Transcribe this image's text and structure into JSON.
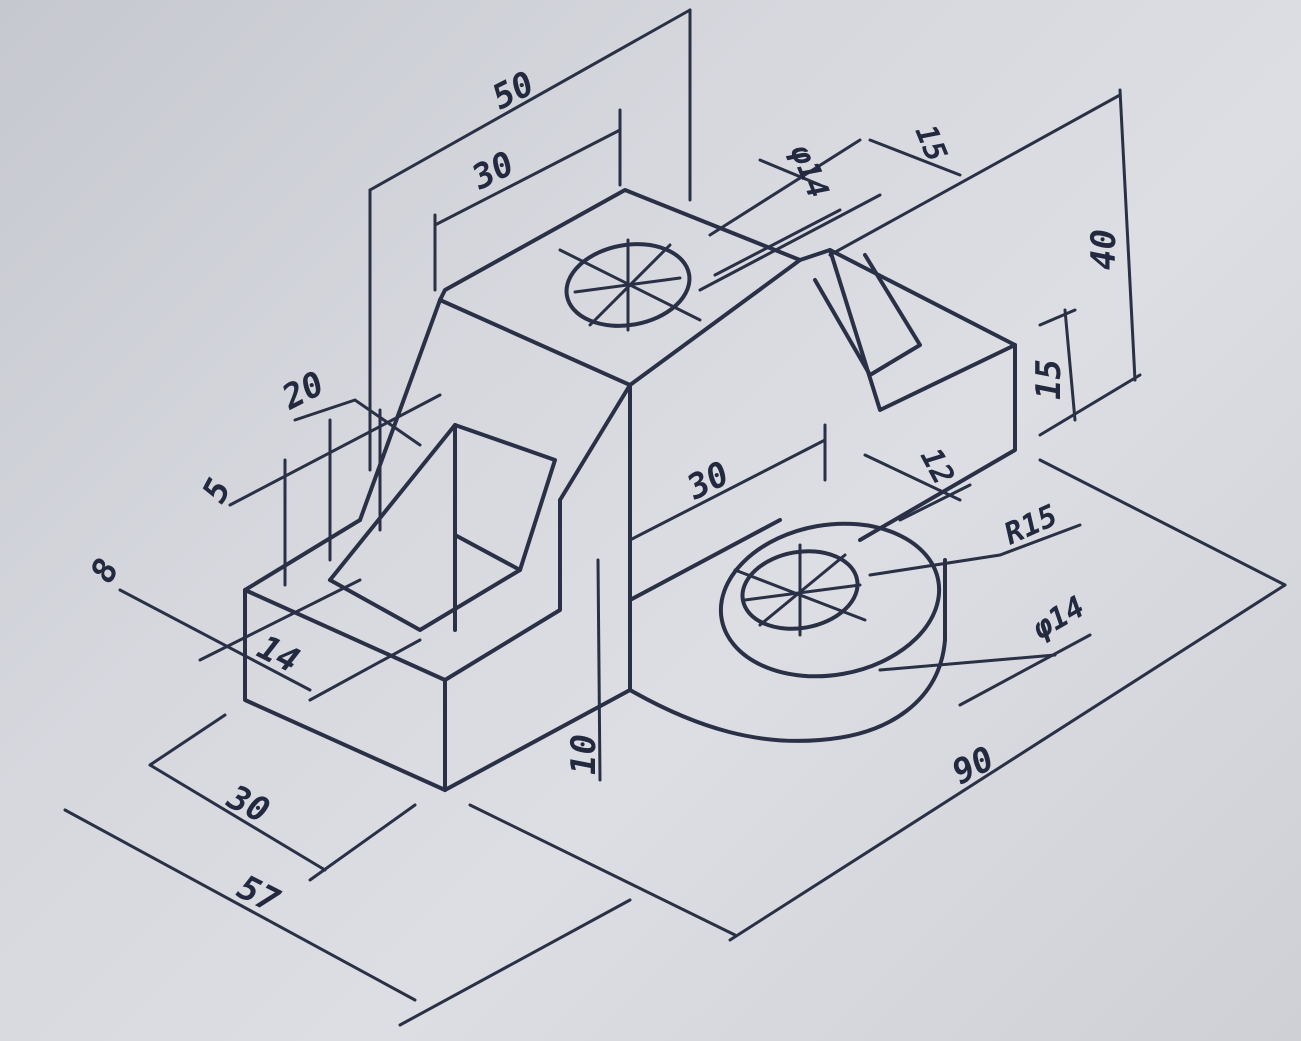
{
  "drawing": {
    "dimensions": {
      "top_overall_width": "50",
      "top_block_width": "30",
      "top_hole_diameter": "φ14",
      "slot_offset": "15",
      "overall_height": "40",
      "base_height": "15",
      "rib_width": "20",
      "rib_thickness": "5",
      "front_step": "8",
      "front_slot_depth": "14",
      "front_depth": "30",
      "overall_depth": "57",
      "base_step_height": "10",
      "boss_offset": "30",
      "boss_edge": "12",
      "boss_radius": "R15",
      "boss_hole_diameter": "φ14",
      "overall_length": "90"
    }
  }
}
